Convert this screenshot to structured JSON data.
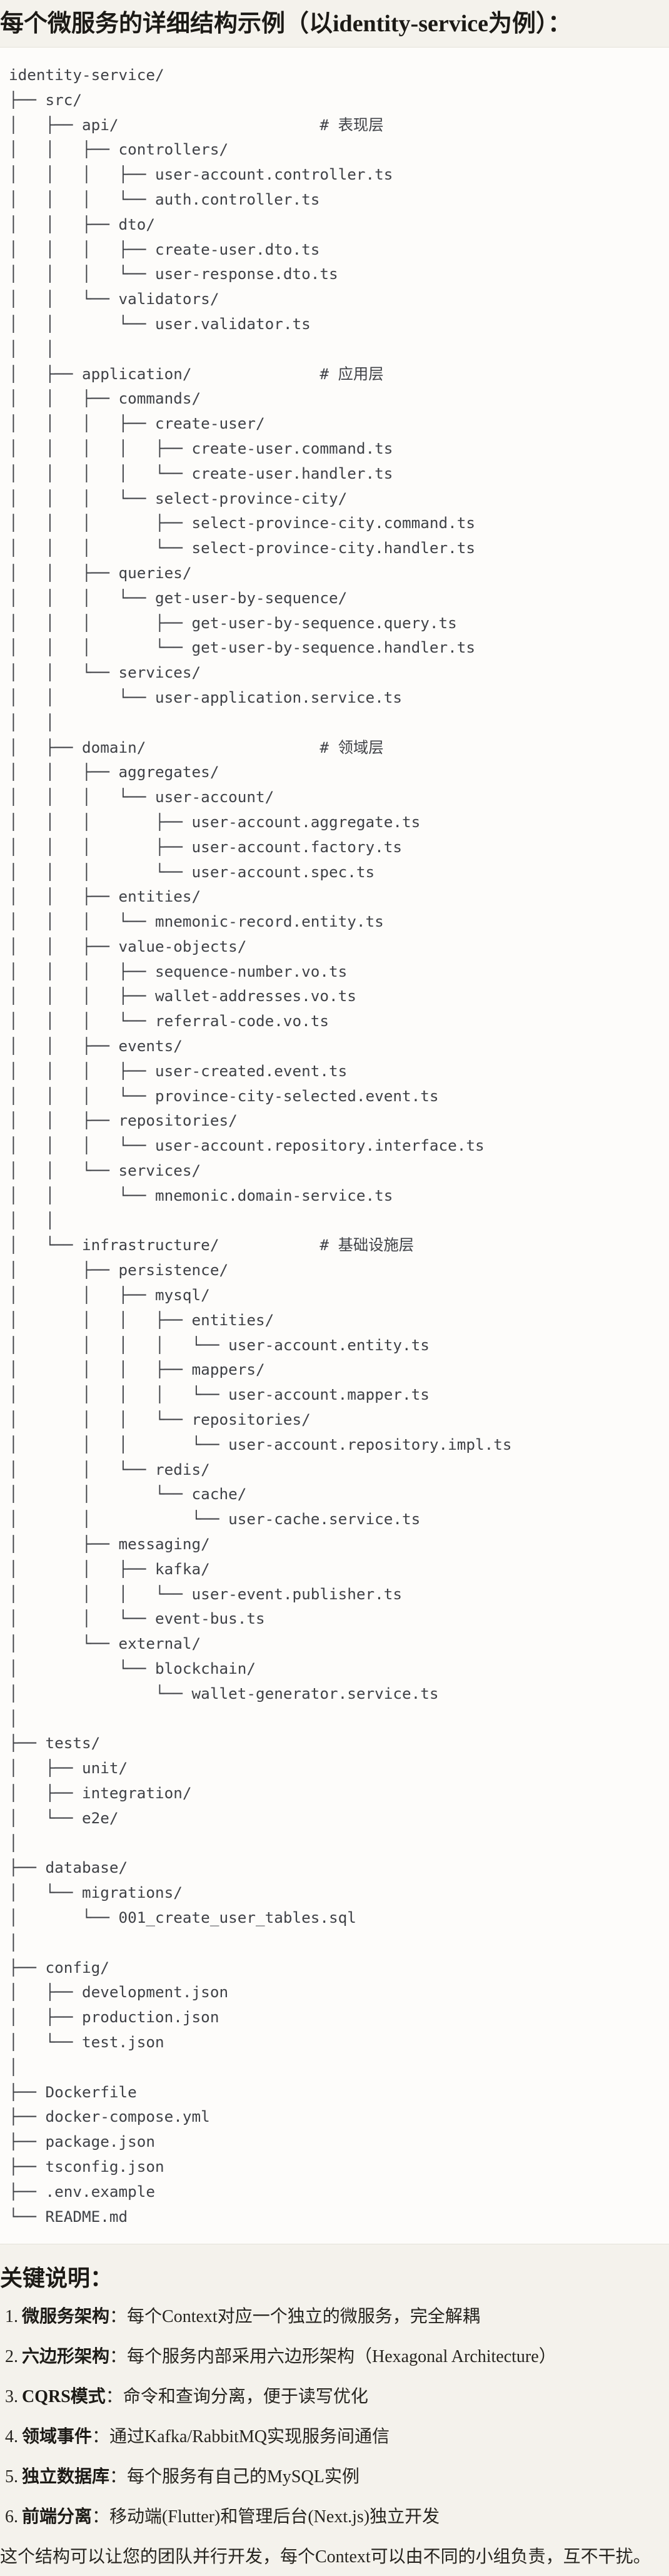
{
  "title": "每个微服务的详细结构示例（以identity-service为例）：",
  "file_tree": "identity-service/\n├── src/\n│   ├── api/                      # 表现层\n│   │   ├── controllers/\n│   │   │   ├── user-account.controller.ts\n│   │   │   └── auth.controller.ts\n│   │   ├── dto/\n│   │   │   ├── create-user.dto.ts\n│   │   │   └── user-response.dto.ts\n│   │   └── validators/\n│   │       └── user.validator.ts\n│   │\n│   ├── application/              # 应用层\n│   │   ├── commands/\n│   │   │   ├── create-user/\n│   │   │   │   ├── create-user.command.ts\n│   │   │   │   └── create-user.handler.ts\n│   │   │   └── select-province-city/\n│   │   │       ├── select-province-city.command.ts\n│   │   │       └── select-province-city.handler.ts\n│   │   ├── queries/\n│   │   │   └── get-user-by-sequence/\n│   │   │       ├── get-user-by-sequence.query.ts\n│   │   │       └── get-user-by-sequence.handler.ts\n│   │   └── services/\n│   │       └── user-application.service.ts\n│   │\n│   ├── domain/                   # 领域层\n│   │   ├── aggregates/\n│   │   │   └── user-account/\n│   │   │       ├── user-account.aggregate.ts\n│   │   │       ├── user-account.factory.ts\n│   │   │       └── user-account.spec.ts\n│   │   ├── entities/\n│   │   │   └── mnemonic-record.entity.ts\n│   │   ├── value-objects/\n│   │   │   ├── sequence-number.vo.ts\n│   │   │   ├── wallet-addresses.vo.ts\n│   │   │   └── referral-code.vo.ts\n│   │   ├── events/\n│   │   │   ├── user-created.event.ts\n│   │   │   └── province-city-selected.event.ts\n│   │   ├── repositories/\n│   │   │   └── user-account.repository.interface.ts\n│   │   └── services/\n│   │       └── mnemonic.domain-service.ts\n│   │\n│   └── infrastructure/           # 基础设施层\n│       ├── persistence/\n│       │   ├── mysql/\n│       │   │   ├── entities/\n│       │   │   │   └── user-account.entity.ts\n│       │   │   ├── mappers/\n│       │   │   │   └── user-account.mapper.ts\n│       │   │   └── repositories/\n│       │   │       └── user-account.repository.impl.ts\n│       │   └── redis/\n│       │       └── cache/\n│       │           └── user-cache.service.ts\n│       ├── messaging/\n│       │   ├── kafka/\n│       │   │   └── user-event.publisher.ts\n│       │   └── event-bus.ts\n│       └── external/\n│           └── blockchain/\n│               └── wallet-generator.service.ts\n│\n├── tests/\n│   ├── unit/\n│   ├── integration/\n│   └── e2e/\n│\n├── database/\n│   └── migrations/\n│       └── 001_create_user_tables.sql\n│\n├── config/\n│   ├── development.json\n│   ├── production.json\n│   └── test.json\n│\n├── Dockerfile\n├── docker-compose.yml\n├── package.json\n├── tsconfig.json\n├── .env.example\n└── README.md",
  "notes": {
    "heading": "关键说明：",
    "items": [
      {
        "num": "1.",
        "label": "微服务架构",
        "sep": "：",
        "text": "每个Context对应一个独立的微服务，完全解耦"
      },
      {
        "num": "2.",
        "label": "六边形架构",
        "sep": "：",
        "text": "每个服务内部采用六边形架构（Hexagonal Architecture）"
      },
      {
        "num": "3.",
        "label": "CQRS模式",
        "sep": "：",
        "text": "命令和查询分离，便于读写优化"
      },
      {
        "num": "4.",
        "label": "领域事件",
        "sep": "：",
        "text": "通过Kafka/RabbitMQ实现服务间通信"
      },
      {
        "num": "5.",
        "label": "独立数据库",
        "sep": "：",
        "text": "每个服务有自己的MySQL实例"
      },
      {
        "num": "6.",
        "label": "前端分离",
        "sep": "：",
        "text": "移动端(Flutter)和管理后台(Next.js)独立开发"
      }
    ]
  },
  "closing": "这个结构可以让您的团队并行开发，每个Context可以由不同的小组负责，互不干扰。",
  "tree_comments": [
    "# 表现层",
    "# 应用层",
    "# 领域层",
    "# 基础设施层"
  ],
  "colors": {
    "page_bg": "#f4f2ec",
    "code_bg": "#fdfcfa",
    "code_border": "#e5e2d9",
    "code_text": "#3f4146",
    "heading_text": "#1c1a16",
    "body_text": "#26241f"
  }
}
